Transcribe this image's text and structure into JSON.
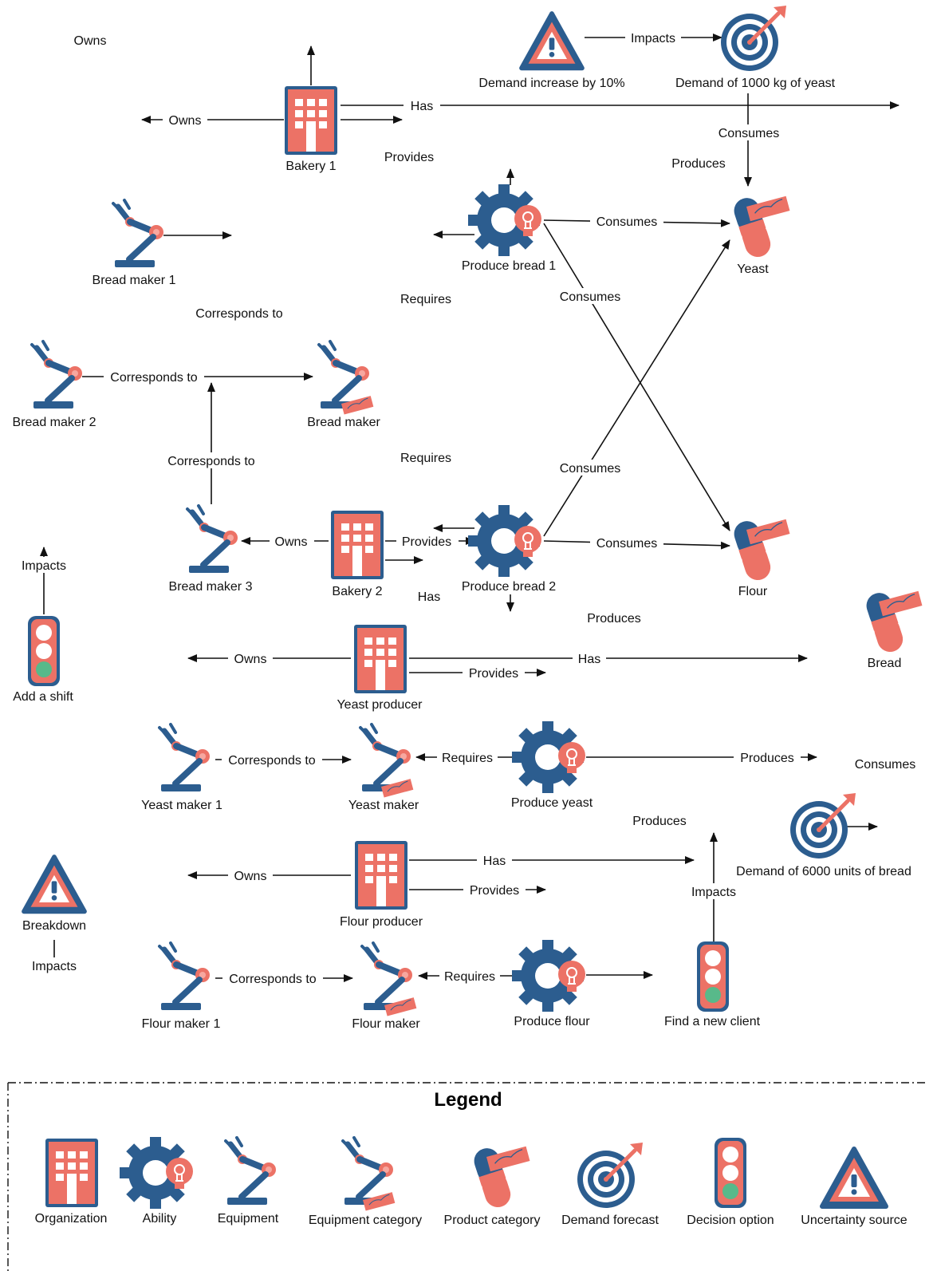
{
  "colors": {
    "salmon": "#ec7266",
    "navy": "#2c5d8f",
    "green": "#58b98a",
    "white": "#ffffff"
  },
  "nodes": {
    "uncertainty_demand": "Demand increase by 10%",
    "forecast_yeast": "Demand of 1000 kg of yeast",
    "bakery1": "Bakery 1",
    "bread_maker_1": "Bread maker 1",
    "bread_maker_2": "Bread maker 2",
    "bread_maker_cat": "Bread maker",
    "produce_bread_1": "Produce bread 1",
    "yeast": "Yeast",
    "flour": "Flour",
    "bread": "Bread",
    "bread_maker_3": "Bread maker 3",
    "bakery2": "Bakery 2",
    "produce_bread_2": "Produce bread 2",
    "add_shift": "Add a shift",
    "yeast_producer": "Yeast producer",
    "yeast_maker_1": "Yeast maker 1",
    "yeast_maker_cat": "Yeast maker",
    "produce_yeast": "Produce yeast",
    "forecast_bread": "Demand of 6000 units of bread",
    "flour_producer": "Flour producer",
    "breakdown": "Breakdown",
    "flour_maker_1": "Flour maker 1",
    "flour_maker_cat": "Flour maker",
    "produce_flour": "Produce flour",
    "find_client": "Find a new client"
  },
  "edges": {
    "impacts": "Impacts",
    "owns": "Owns",
    "has": "Has",
    "provides": "Provides",
    "consumes": "Consumes",
    "produces": "Produces",
    "requires": "Requires",
    "corresponds_to": "Corresponds to"
  },
  "legend": {
    "title": "Legend",
    "items": [
      "Organization",
      "Ability",
      "Equipment",
      "Equipment category",
      "Product category",
      "Demand forecast",
      "Decision option",
      "Uncertainty source"
    ]
  }
}
